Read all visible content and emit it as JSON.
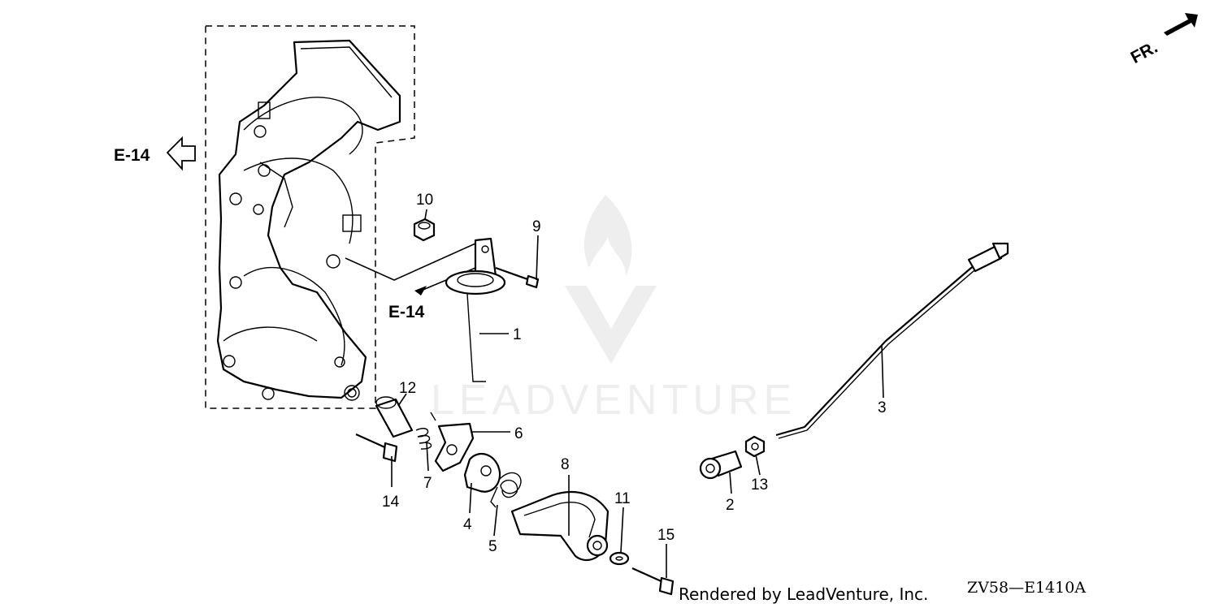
{
  "watermark": {
    "text": "LEADVENTURE",
    "color": "#d8d8d8"
  },
  "orientation": {
    "label": "FR.",
    "icon": "arrow-up-right-icon"
  },
  "references": [
    {
      "id": "ref-left",
      "label": "E-14",
      "icon": "hollow-arrow-left-icon"
    },
    {
      "id": "ref-mid",
      "label": "E-14",
      "icon": "arrow-down-left-icon"
    }
  ],
  "callouts": [
    {
      "num": "1"
    },
    {
      "num": "2"
    },
    {
      "num": "3"
    },
    {
      "num": "4"
    },
    {
      "num": "5"
    },
    {
      "num": "6"
    },
    {
      "num": "7"
    },
    {
      "num": "8"
    },
    {
      "num": "9"
    },
    {
      "num": "10"
    },
    {
      "num": "11"
    },
    {
      "num": "12"
    },
    {
      "num": "13"
    },
    {
      "num": "14"
    },
    {
      "num": "15"
    }
  ],
  "footer": {
    "credit": "Rendered by LeadVenture, Inc.",
    "diagram_code": "ZV58—E1410A"
  }
}
